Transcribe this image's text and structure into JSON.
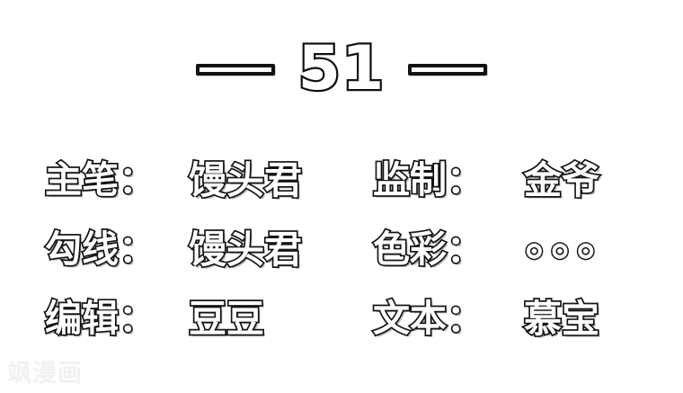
{
  "page": {
    "background_color": "#ffffff",
    "text_color": "#141414",
    "fill_color": "#ffffff"
  },
  "header": {
    "chapter_number": "51",
    "left_dash": "dash-left",
    "right_dash": "dash-right",
    "dash_glyph": "—"
  },
  "credits": {
    "rows": [
      {
        "left": {
          "label": "主笔：",
          "value": "馒头君",
          "role_en": "lead-artist"
        },
        "right": {
          "label": "监制：",
          "value": "金爷",
          "role_en": "supervisor"
        }
      },
      {
        "left": {
          "label": "勾线：",
          "value": "馒头君",
          "role_en": "line-art"
        },
        "right": {
          "label": "色彩：",
          "value": "◎◎◎",
          "role_en": "color",
          "is_dots": true
        }
      },
      {
        "left": {
          "label": "编辑：",
          "value": "豆豆",
          "role_en": "editor"
        },
        "right": {
          "label": "文本：",
          "value": "慕宝",
          "role_en": "script"
        }
      }
    ]
  },
  "watermark": {
    "text": "飒漫画",
    "color": "#f1f1f1"
  }
}
